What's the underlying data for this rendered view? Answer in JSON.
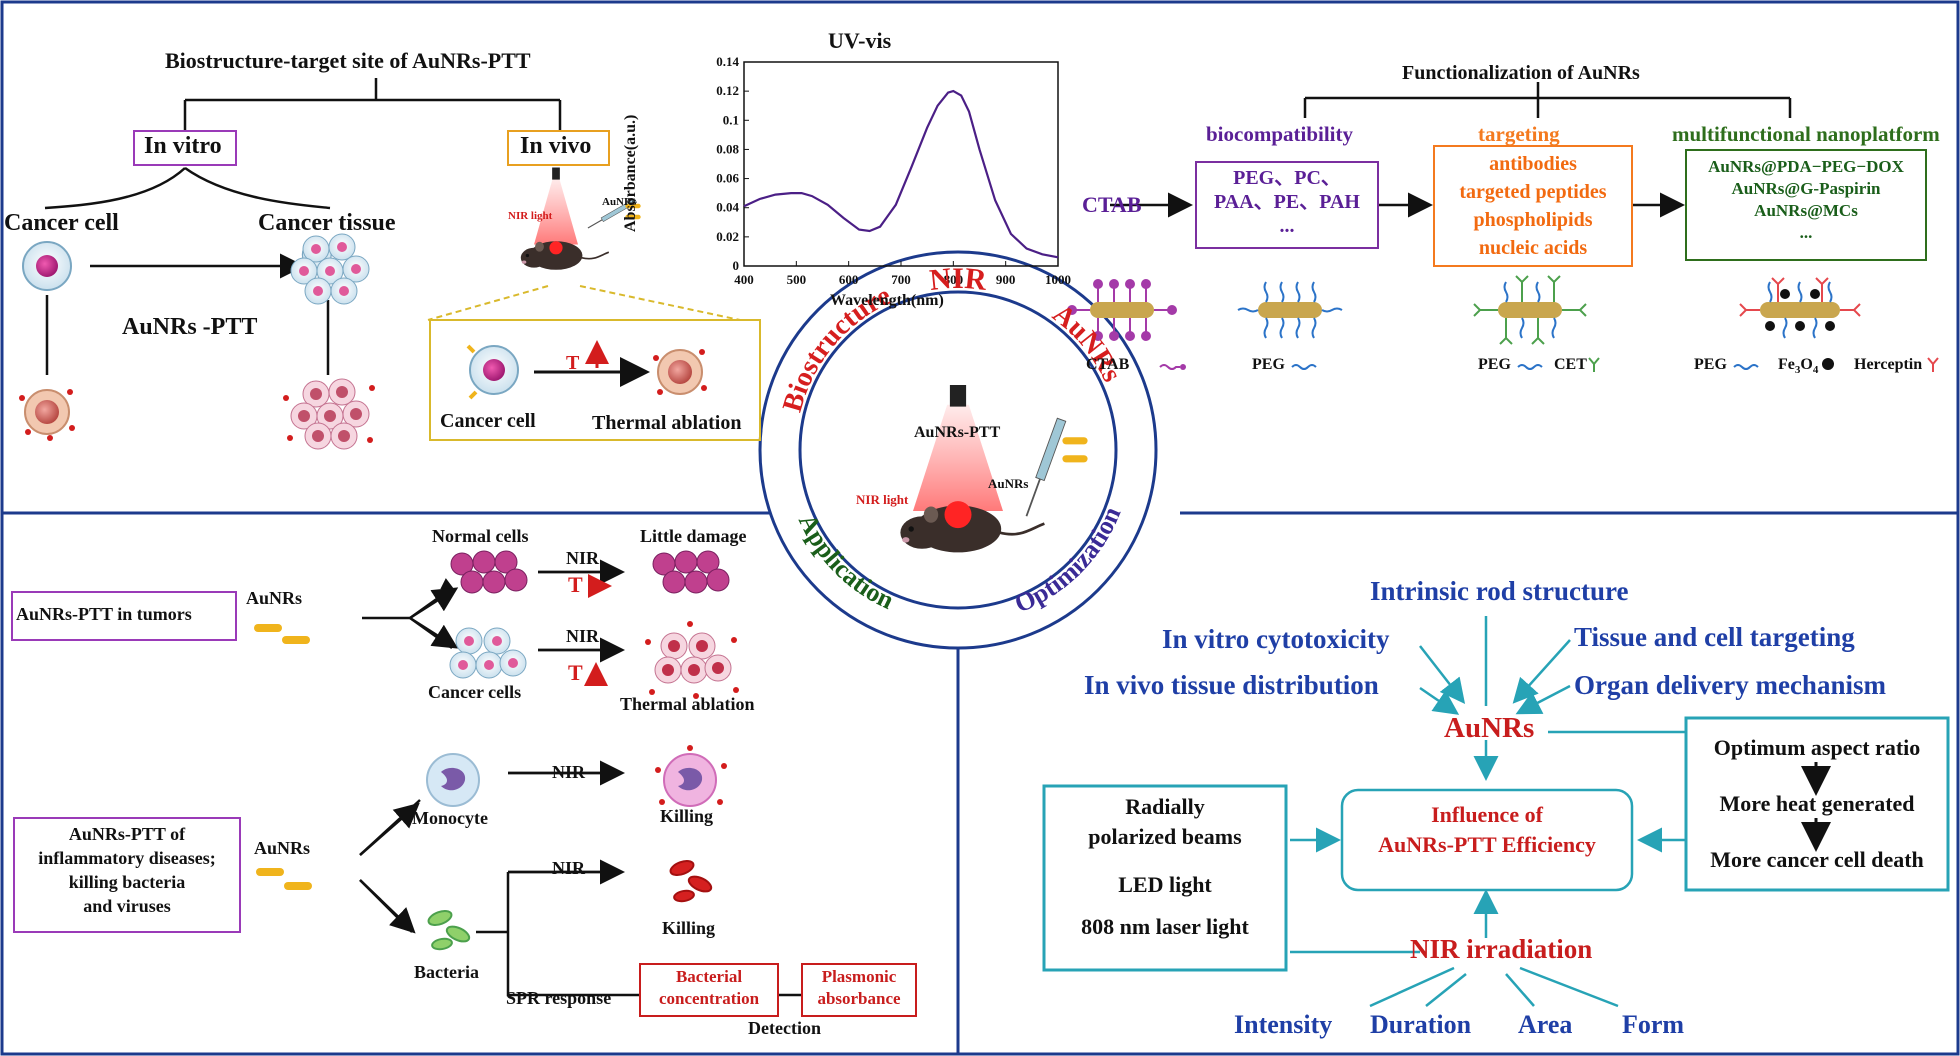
{
  "colors": {
    "frame": "#1c3a8c",
    "purple": "#7b2fa0",
    "orange": "#f47a1f",
    "green": "#2e6e1c",
    "red": "#c81d1d",
    "blue": "#1f3fa6",
    "teal": "#27a3b6",
    "yellow": "#d9b92c",
    "curve": "#4b1f86",
    "darkgreen": "#1a5e1a",
    "navy": "#3a2a96"
  },
  "biostructure": {
    "title": "Biostructure-target site of AuNRs-PTT",
    "in_vitro": "In vitro",
    "in_vivo": "In vivo",
    "cancer_cell": "Cancer cell",
    "cancer_tissue": "Cancer tissue",
    "method": "AuNRs -PTT",
    "nir_light": "NIR light",
    "aunrs": "AuNRs",
    "inset_temp": "T",
    "inset_cancer_cell": "Cancer cell",
    "inset_ablation": "Thermal ablation"
  },
  "uv_chart": {
    "chart_data": {
      "type": "line",
      "title": "UV-vis",
      "xlabel": "Wavelength(nm)",
      "ylabel": "Absorbance(a.u.)",
      "xlim": [
        400,
        1000
      ],
      "ylim": [
        0,
        0.14
      ],
      "xticks": [
        "400",
        "500",
        "600",
        "700",
        "800",
        "900",
        "1000"
      ],
      "yticks": [
        "0",
        "0.02",
        "0.04",
        "0.06",
        "0.08",
        "0.1",
        "0.12",
        "0.14"
      ],
      "x": [
        400,
        430,
        460,
        490,
        510,
        530,
        560,
        590,
        620,
        640,
        660,
        690,
        720,
        750,
        770,
        790,
        800,
        815,
        830,
        850,
        880,
        910,
        940,
        970,
        1000
      ],
      "y": [
        0.041,
        0.046,
        0.049,
        0.05,
        0.05,
        0.048,
        0.042,
        0.033,
        0.025,
        0.024,
        0.027,
        0.042,
        0.068,
        0.095,
        0.11,
        0.119,
        0.12,
        0.117,
        0.106,
        0.08,
        0.045,
        0.022,
        0.012,
        0.008,
        0.006
      ]
    }
  },
  "functionalization": {
    "title": "Functionalization of AuNRs",
    "ctab": "CTAB",
    "bio_head": "biocompatibility",
    "bio_items": [
      "PEG、PC、",
      "PAA、PE、PAH",
      "..."
    ],
    "tgt_head": "targeting",
    "tgt_items": [
      "antibodies",
      "targeted peptides",
      "phospholipids",
      "nucleic acids"
    ],
    "multi_head": "multifunctional nanoplatform",
    "multi_items": [
      "AuNRs@PDA−PEG−DOX",
      "AuNRs@G-Paspirin",
      "AuNRs@MCs",
      "..."
    ],
    "legend_ctab": "CTAB",
    "legend_peg1": "PEG",
    "legend_peg2": "PEG",
    "legend_cet": "CET",
    "legend_peg3": "PEG",
    "legend_fe": "Fe",
    "legend_fe_sub1": "3",
    "legend_fe_o": "O",
    "legend_fe_sub2": "4",
    "legend_herceptin": "Herceptin"
  },
  "center": {
    "nir": "NIR",
    "biostructure": "Biostructure",
    "aunrs": "AuNRs",
    "application": "Application",
    "optimization": "Optimization",
    "title": "AuNRs-PTT",
    "nir_light": "NIR light",
    "aunrs_small": "AuNRs"
  },
  "application": {
    "tumors_box": "AuNRs-PTT in tumors",
    "aunrs1": "AuNRs",
    "normal_cells": "Normal cells",
    "little_damage": "Little damage",
    "nir1": "NIR",
    "t1": "T",
    "cancer_cells": "Cancer cells",
    "thermal_ablation": "Thermal ablation",
    "nir2": "NIR",
    "t2": "T",
    "inflam_box": [
      "AuNRs-PTT of",
      "inflammatory diseases;",
      "killing bacteria",
      "and viruses"
    ],
    "aunrs2": "AuNRs",
    "monocyte": "Monocyte",
    "nir3": "NIR",
    "killing1": "Killing",
    "bacteria": "Bacteria",
    "nir4": "NIR",
    "killing2": "Killing",
    "spr": "SPR response",
    "bact_conc": [
      "Bacterial",
      "concentration"
    ],
    "plasmonic": [
      "Plasmonic",
      "absorbance"
    ],
    "detection": "Detection"
  },
  "optimization": {
    "intrinsic": "Intrinsic rod structure",
    "in_vitro_cyto": "In vitro cytotoxicity",
    "tissue_targeting": "Tissue and cell targeting",
    "in_vivo_dist": "In vivo tissue distribution",
    "organ_delivery": "Organ delivery mechanism",
    "aunrs": "AuNRs",
    "influence": [
      "Influence of",
      "AuNRs-PTT Efficiency"
    ],
    "left_box": [
      "Radially",
      "polarized beams",
      "LED light",
      "808 nm laser light"
    ],
    "right_box": [
      "Optimum aspect ratio",
      "More heat generated",
      "More cancer cell death"
    ],
    "nir_irr": "NIR irradiation",
    "params": [
      "Intensity",
      "Duration",
      "Area",
      "Form"
    ]
  }
}
